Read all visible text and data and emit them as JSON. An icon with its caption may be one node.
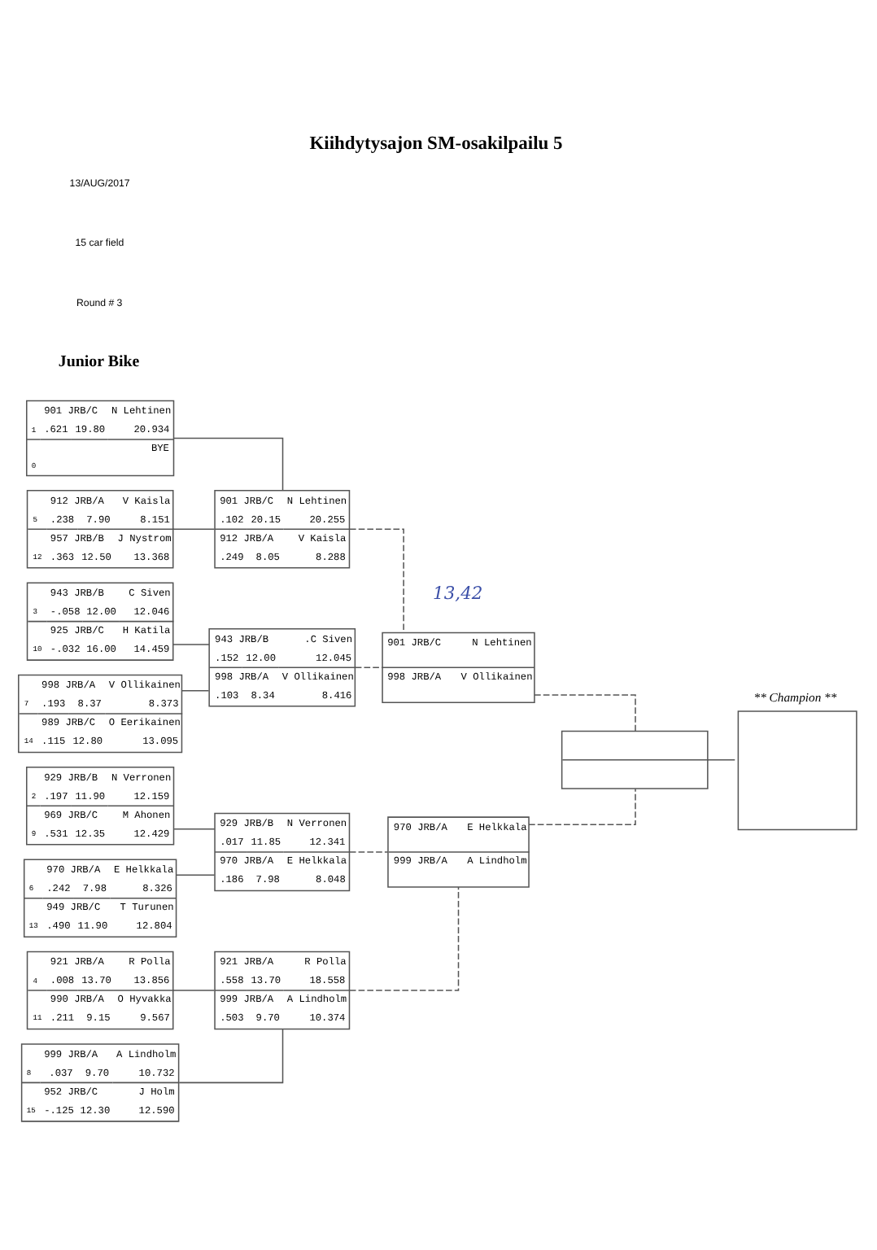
{
  "diagram": {
    "title": "Kiihdytysajon SM-osakilpailu 5",
    "nodes": [
      {
        "text": [
          "901 JRB/C",
          "N Lehtinen",
          "1",
          ".621",
          "19.80",
          "20.934",
          "BYE",
          "0"
        ]
      },
      {
        "text": [
          "912 JRB/A",
          "V Kaisla",
          "5",
          ".238",
          "7.90",
          "8.151",
          "957 JRB/B",
          "J Nystrom",
          "12",
          ".363",
          "12.50",
          "13.368"
        ]
      },
      {
        "text": [
          "943 JRB/B",
          "C Siven",
          "3",
          "-.058",
          "12.00",
          "12.046",
          "925 JRB/C",
          "H Katila",
          "10",
          "-.032",
          "16.00",
          "14.459"
        ]
      },
      {
        "text": [
          "998 JRB/A",
          "V Ollikainen",
          "7",
          ".193",
          "8.37",
          "8.373",
          "989 JRB/C",
          "O Eerikainen",
          "14",
          ".115",
          "12.80",
          "13.095"
        ]
      },
      {
        "text": [
          "929 JRB/B",
          "N Verronen",
          "2",
          ".197",
          "11.90",
          "12.159",
          "969 JRB/C",
          "M Ahonen",
          "9",
          ".531",
          "12.35",
          "12.429"
        ]
      },
      {
        "text": [
          "970 JRB/A",
          "E Helkkala",
          "6",
          ".242",
          "7.98",
          "8.326",
          "949 JRB/C",
          "T Turunen",
          "13",
          ".490",
          "11.90",
          "12.804"
        ]
      },
      {
        "text": [
          "921 JRB/A",
          "R Polla",
          "4",
          ".008",
          "13.70",
          "13.856",
          "990 JRB/A",
          "O Hyvakka",
          "11",
          ".211",
          "9.15",
          "9.567"
        ]
      },
      {
        "text": [
          "999 JRB/A",
          "A Lindholm",
          "8",
          ".037",
          "9.70",
          "10.732",
          "952 JRB/C",
          "J Holm",
          "15",
          "-.125",
          "12.30",
          "12.590"
        ]
      },
      {
        "text": [
          "901 JRB/C",
          "N Lehtinen",
          ".102",
          "20.15",
          "20.255",
          "912 JRB/A",
          "V Kaisla",
          ".249",
          "8.05",
          "8.288"
        ]
      },
      {
        "text": [
          "943 JRB/B",
          ".C Siven",
          ".152",
          "12.00",
          "12.045",
          "998 JRB/A",
          "V Ollikainen",
          ".103",
          "8.34",
          "8.416"
        ]
      },
      {
        "text": [
          "929 JRB/B",
          "N Verronen",
          ".017",
          "11.85",
          "12.341",
          "970 JRB/A",
          "E Helkkala",
          ".186",
          "7.98",
          "8.048"
        ]
      },
      {
        "text": [
          "921 JRB/A",
          "R Polla",
          ".558",
          "13.70",
          "18.558",
          "999 JRB/A",
          "A Lindholm",
          ".503",
          "9.70",
          "10.374"
        ]
      },
      {
        "text": [
          "901 JRB/C",
          "N Lehtinen",
          "998 JRB/A",
          "V Ollikainen"
        ]
      },
      {
        "text": [
          "970 JRB/A",
          "E Helkkala",
          "999 JRB/A",
          "A Lindholm"
        ]
      },
      {
        "text": [],
        "shape": "box"
      },
      {
        "text": [
          "** Champion **"
        ]
      }
    ],
    "edges": [
      {
        "from": 0,
        "to": 8,
        "arrow": "none"
      },
      {
        "from": 1,
        "to": 8,
        "arrow": "none"
      },
      {
        "from": 2,
        "to": 9,
        "arrow": "none"
      },
      {
        "from": 3,
        "to": 9,
        "arrow": "none"
      },
      {
        "from": 4,
        "to": 10,
        "arrow": "none"
      },
      {
        "from": 5,
        "to": 10,
        "arrow": "none"
      },
      {
        "from": 6,
        "to": 11,
        "arrow": "none"
      },
      {
        "from": 7,
        "to": 11,
        "arrow": "none"
      },
      {
        "from": 8,
        "to": 12,
        "arrow": "none",
        "style": "dashed"
      },
      {
        "from": 9,
        "to": 12,
        "arrow": "none",
        "style": "dashed"
      },
      {
        "from": 10,
        "to": 13,
        "arrow": "none",
        "style": "dashed"
      },
      {
        "from": 11,
        "to": 13,
        "arrow": "none",
        "style": "dashed"
      },
      {
        "from": 12,
        "to": 14,
        "arrow": "none",
        "style": "dashed"
      },
      {
        "from": 13,
        "to": 14,
        "arrow": "none",
        "style": "dashed"
      },
      {
        "from": 14,
        "to": 15,
        "arrow": "none"
      }
    ],
    "labels": [
      "13/AUG/2017",
      "15 car field",
      "Round # 3",
      "Junior Bike",
      "13,42"
    ]
  }
}
